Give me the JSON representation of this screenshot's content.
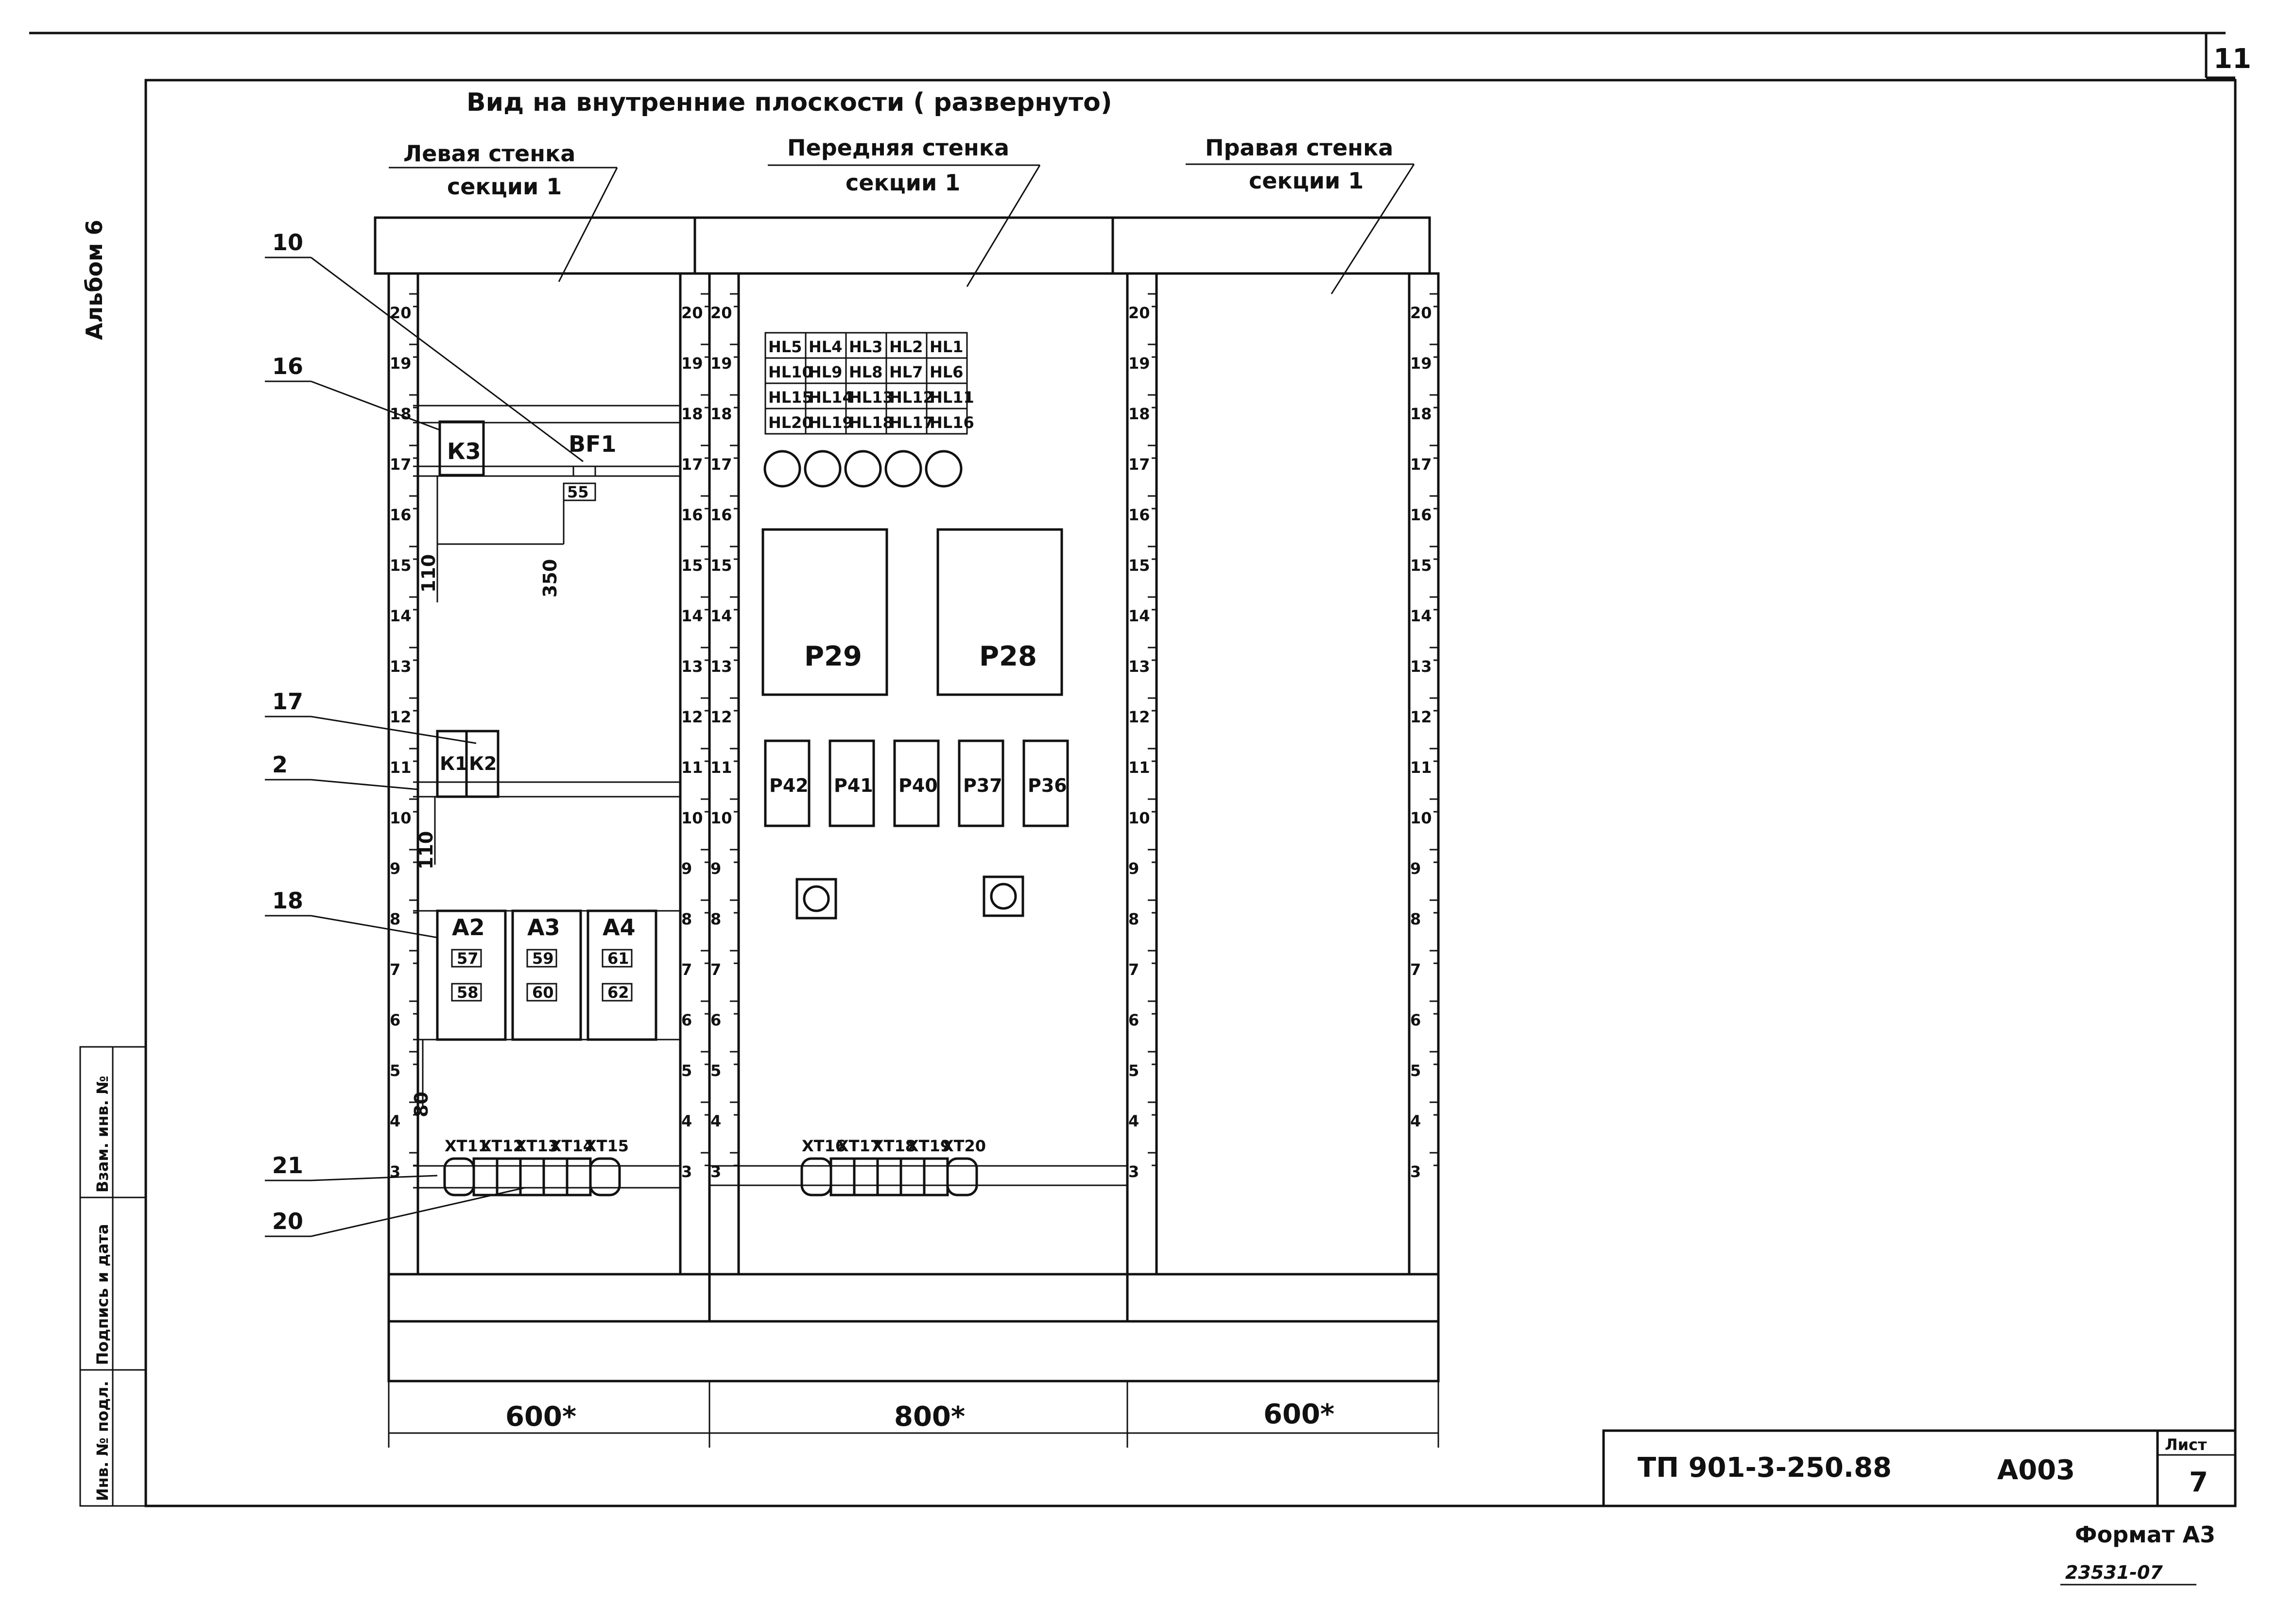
{
  "sheet_number": "11",
  "side_stamp": {
    "album": "Альбом 6",
    "inv_orig": "Инв. № подл.",
    "signature_date": "Подпись и дата",
    "inv_replace": "Взам. инв. №"
  },
  "view_title": "Вид на внутренние плоскости ( развернуто)",
  "walls": {
    "left": {
      "line1": "Левая стенка",
      "line2": "секции 1"
    },
    "front": {
      "line1": "Передняя стенка",
      "line2": "секции 1"
    },
    "right": {
      "line1": "Правая стенка",
      "line2": "секции 1"
    }
  },
  "callouts": [
    "10",
    "16",
    "17",
    "2",
    "18",
    "21",
    "20"
  ],
  "left_wall": {
    "k3": "К3",
    "bf1": "BF1",
    "tag55": "55",
    "dim110a": "110",
    "dim350": "350",
    "k1": "К1",
    "k2": "К2",
    "dim110b": "110",
    "dim80": "80",
    "modules": [
      {
        "name": "А2",
        "tag1": "57",
        "tag2": "58"
      },
      {
        "name": "А3",
        "tag1": "59",
        "tag2": "60"
      },
      {
        "name": "А4",
        "tag1": "61",
        "tag2": "62"
      }
    ],
    "terminals": [
      "ХТ11",
      "ХТ12",
      "ХТ13",
      "ХТ14",
      "ХТ15"
    ]
  },
  "front_wall": {
    "lamps": [
      [
        "HL5",
        "HL4",
        "HL3",
        "HL2",
        "HL1"
      ],
      [
        "HL10",
        "HL9",
        "HL8",
        "HL7",
        "HL6"
      ],
      [
        "HL15",
        "HL14",
        "HL13",
        "HL12",
        "HL11"
      ],
      [
        "HL20",
        "HL19",
        "HL18",
        "HL17",
        "HL16"
      ]
    ],
    "relays_big": [
      "Р29",
      "Р28"
    ],
    "relays_small": [
      "Р42",
      "Р41",
      "Р40",
      "Р37",
      "Р36"
    ],
    "terminals": [
      "ХТ16",
      "ХТ17",
      "ХТ18",
      "ХТ19",
      "ХТ20"
    ]
  },
  "rail_numbers": [
    "20",
    "19",
    "18",
    "17",
    "16",
    "15",
    "14",
    "13",
    "12",
    "11",
    "10",
    "9",
    "8",
    "7",
    "6",
    "5",
    "4",
    "3"
  ],
  "widths": [
    "600*",
    "800*",
    "600*"
  ],
  "title_block": {
    "code": "ТП 901-3-250.88",
    "album_code": "А003",
    "sheet_label": "Лист",
    "sheet_value": "7"
  },
  "format": "Формат А3",
  "footer_number": "23531-07"
}
